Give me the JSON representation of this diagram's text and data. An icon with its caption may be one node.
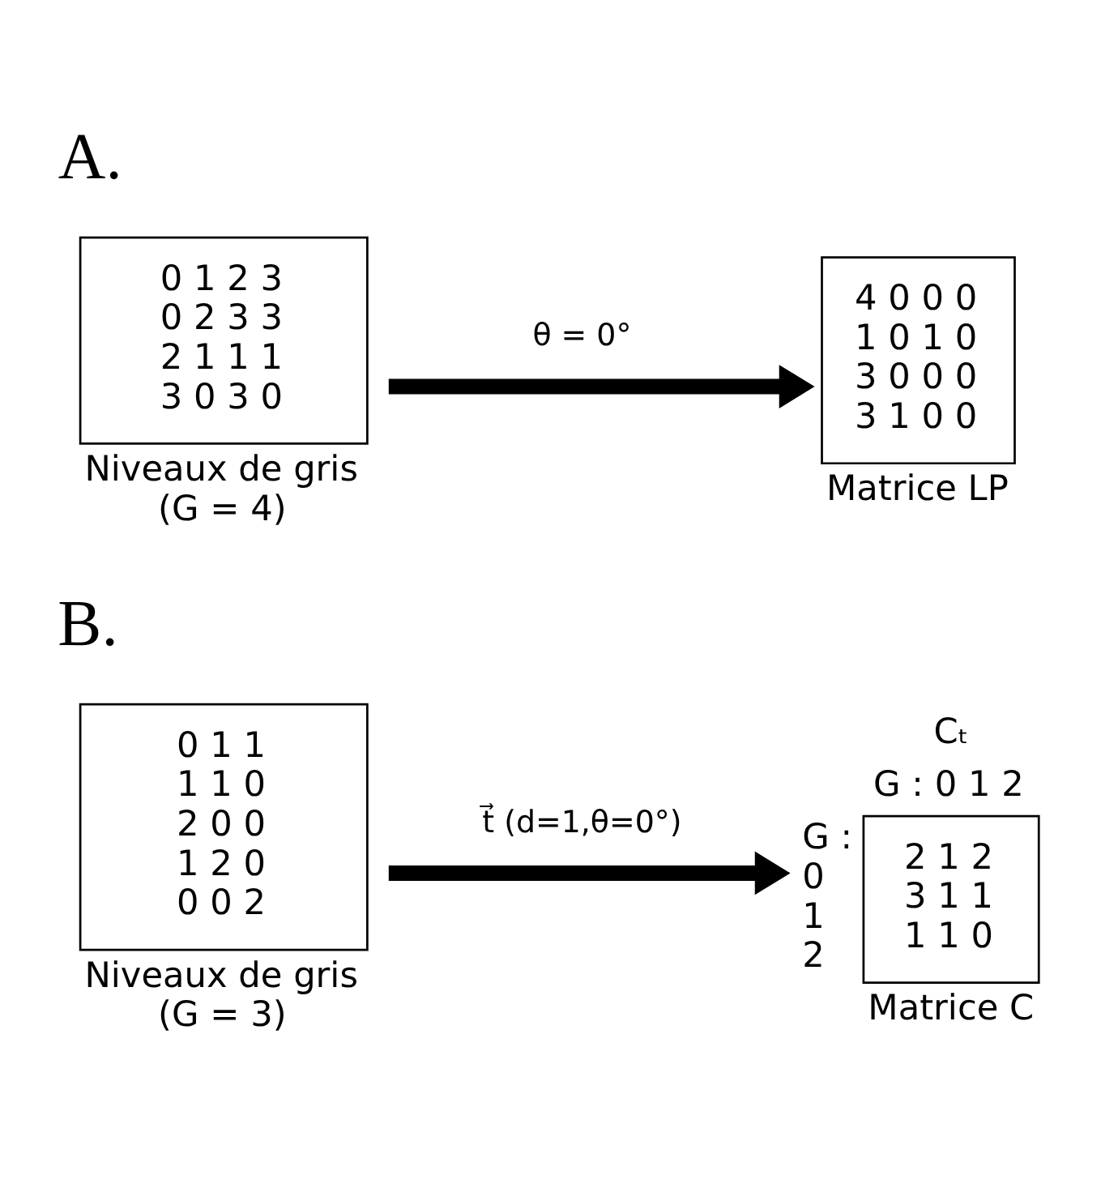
{
  "diagram": {
    "nodes": [
      {
        "text": [
          "0 1 2 3",
          "0 2 3 3",
          "2 1 1 1",
          "3 0 3 0"
        ],
        "beside": [
          "Niveaux de gris",
          "(G = 4)"
        ]
      },
      {
        "text": [
          "4 0 0 0",
          "1 0 1 0",
          "3 0 0 0",
          "3 1 0 0"
        ],
        "beside": [
          "Matrice LP"
        ]
      },
      {
        "text": [
          "0 1 1",
          "1 1 0",
          "2 0 0",
          "1 2 0",
          "0 0 2"
        ],
        "beside": [
          "Niveaux de gris",
          "(G = 3)"
        ]
      },
      {
        "text": [
          "2 1 2",
          "3 1 1",
          "1 1 0"
        ],
        "beside": [
          "Cₜ",
          "G : 0 1 2",
          "G :",
          "0",
          "1",
          "2",
          "Matrice C"
        ]
      }
    ],
    "edges": [
      {
        "from": 0,
        "to": 1,
        "arrow": "to",
        "label": "θ = 0°"
      },
      {
        "from": 2,
        "to": 3,
        "arrow": "to",
        "label": "t⃗ (d=1,θ=0°)"
      }
    ],
    "labels": [
      "A.",
      "B."
    ]
  }
}
